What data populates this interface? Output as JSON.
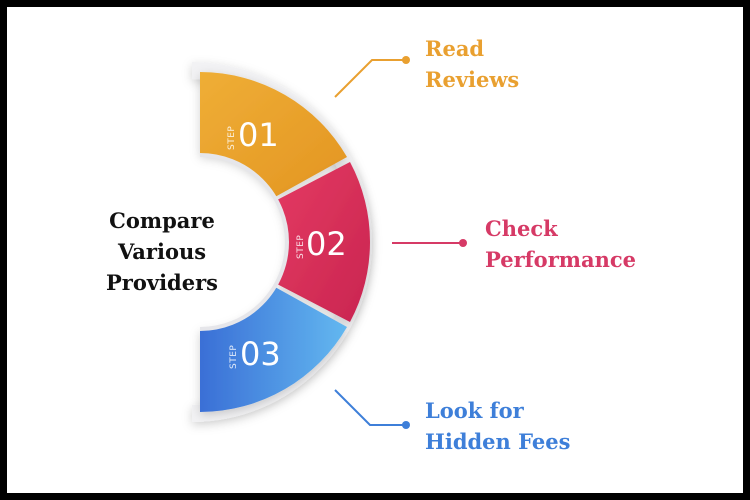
{
  "center": {
    "lines": [
      "Compare",
      "Various",
      "Providers"
    ]
  },
  "steps": [
    {
      "word": "STEP",
      "number": "01",
      "color": "#EBA42E",
      "label_lines": [
        "Read",
        "Reviews"
      ],
      "label_color": "#E9A030"
    },
    {
      "word": "STEP",
      "number": "02",
      "color": "#DC2F5A",
      "label_lines": [
        "Check",
        "Performance"
      ],
      "label_color": "#D63A66"
    },
    {
      "word": "STEP",
      "number": "03",
      "color": "#3F86E2",
      "label_lines": [
        "Look for",
        "Hidden Fees"
      ],
      "label_color": "#3E7FD9"
    }
  ]
}
